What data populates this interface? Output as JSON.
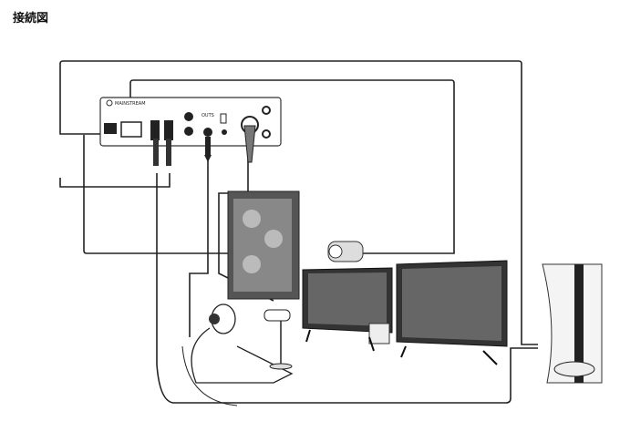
{
  "title": "接続図",
  "device": {
    "brand": "MAINSTREAM",
    "outs_label": "OUTS"
  }
}
